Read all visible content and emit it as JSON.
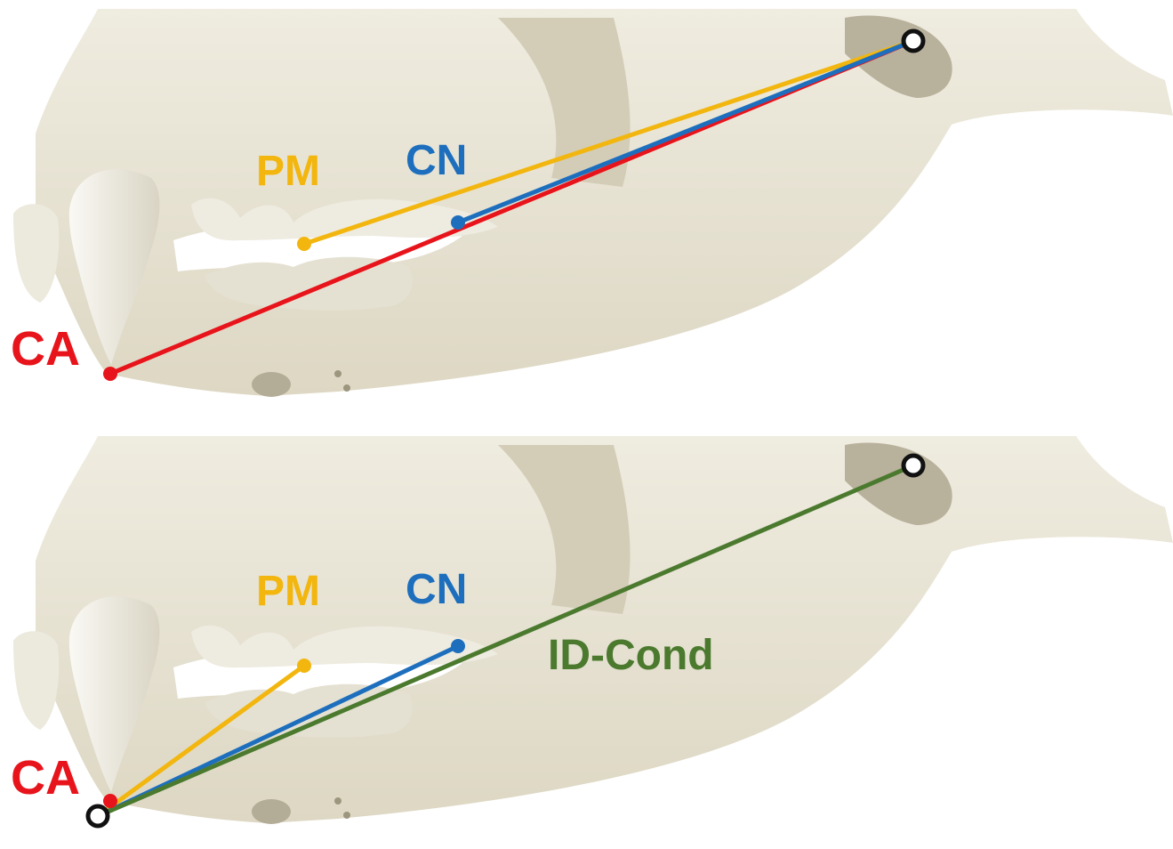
{
  "colors": {
    "background": "#ffffff",
    "bone": "#e9e5d6",
    "bone_shadow": "#c9c2ad",
    "canine": "#f1efe7",
    "ca": "#e8141b",
    "pm": "#f2b60f",
    "cn": "#1d6fbe",
    "id_cond": "#4b7a2f",
    "condyle_marker": "#111111"
  },
  "top_panel": {
    "labels": {
      "ca": "CA",
      "pm": "PM",
      "cn": "CN"
    },
    "lines": [
      "CA",
      "PM",
      "CN"
    ]
  },
  "bottom_panel": {
    "labels": {
      "ca": "CA",
      "pm": "PM",
      "cn": "CN",
      "id_cond": "ID-Cond"
    },
    "lines": [
      "PM",
      "CN",
      "ID-Cond"
    ]
  }
}
